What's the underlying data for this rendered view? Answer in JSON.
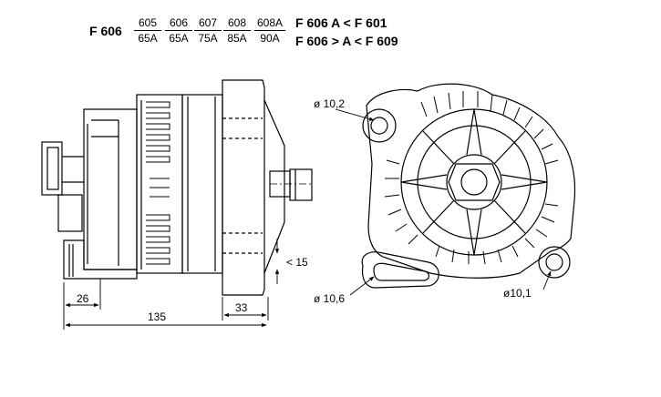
{
  "header": {
    "model": "F 606",
    "variants": [
      {
        "code": "605",
        "amps": "65A"
      },
      {
        "code": "606",
        "amps": "65A"
      },
      {
        "code": "607",
        "amps": "75A"
      },
      {
        "code": "608",
        "amps": "85A"
      },
      {
        "code": "608A",
        "amps": "90A"
      }
    ],
    "rule_1": "F 606  A < F 601",
    "rule_2": "F 606 > A < F 609"
  },
  "dimensions": {
    "d_26": "26",
    "d_135": "135",
    "d_33": "33",
    "d_15": "< 15"
  },
  "holes": {
    "top_left": "ø 10,2",
    "bottom_left": "ø 10,6",
    "bottom_right": "ø10,1"
  }
}
